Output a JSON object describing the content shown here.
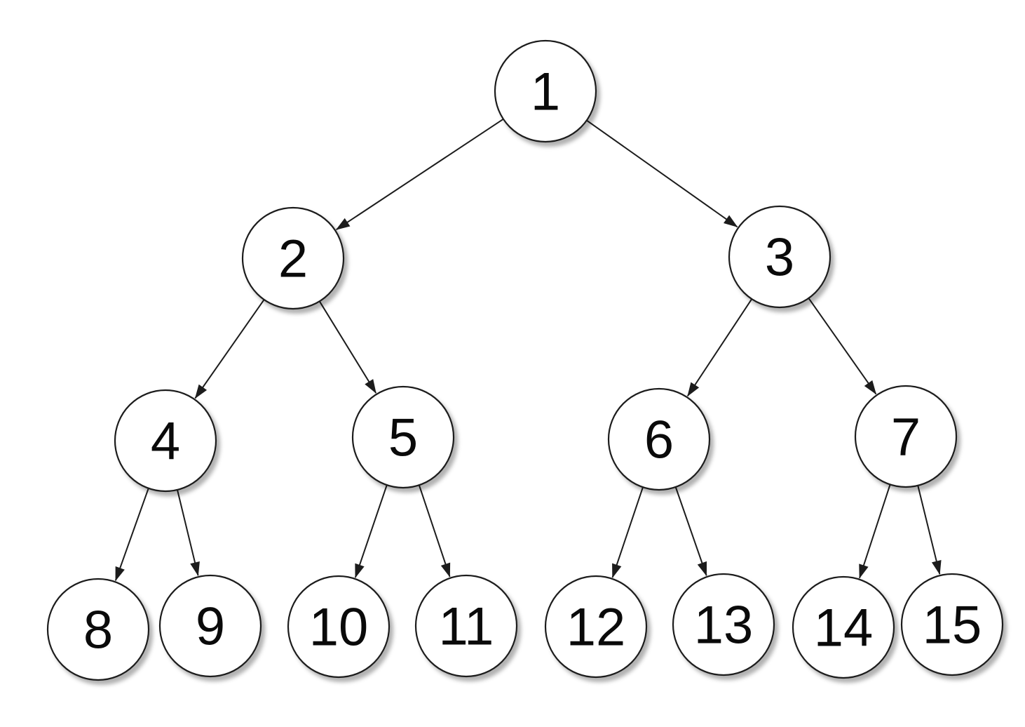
{
  "diagram": {
    "type": "binary-tree",
    "description": "Complete binary tree with 15 nodes numbered in level order",
    "node_count": 15,
    "nodes": [
      {
        "id": 1,
        "label": "1",
        "parent": null,
        "children": [
          2,
          3
        ]
      },
      {
        "id": 2,
        "label": "2",
        "parent": 1,
        "children": [
          4,
          5
        ]
      },
      {
        "id": 3,
        "label": "3",
        "parent": 1,
        "children": [
          6,
          7
        ]
      },
      {
        "id": 4,
        "label": "4",
        "parent": 2,
        "children": [
          8,
          9
        ]
      },
      {
        "id": 5,
        "label": "5",
        "parent": 2,
        "children": [
          10,
          11
        ]
      },
      {
        "id": 6,
        "label": "6",
        "parent": 3,
        "children": [
          12,
          13
        ]
      },
      {
        "id": 7,
        "label": "7",
        "parent": 3,
        "children": [
          14,
          15
        ]
      },
      {
        "id": 8,
        "label": "8",
        "parent": 4,
        "children": []
      },
      {
        "id": 9,
        "label": "9",
        "parent": 4,
        "children": []
      },
      {
        "id": 10,
        "label": "10",
        "parent": 5,
        "children": []
      },
      {
        "id": 11,
        "label": "11",
        "parent": 5,
        "children": []
      },
      {
        "id": 12,
        "label": "12",
        "parent": 6,
        "children": []
      },
      {
        "id": 13,
        "label": "13",
        "parent": 6,
        "children": []
      },
      {
        "id": 14,
        "label": "14",
        "parent": 7,
        "children": []
      },
      {
        "id": 15,
        "label": "15",
        "parent": 7,
        "children": []
      }
    ],
    "edges": [
      [
        1,
        2
      ],
      [
        1,
        3
      ],
      [
        2,
        4
      ],
      [
        2,
        5
      ],
      [
        3,
        6
      ],
      [
        3,
        7
      ],
      [
        4,
        8
      ],
      [
        4,
        9
      ],
      [
        5,
        10
      ],
      [
        5,
        11
      ],
      [
        6,
        12
      ],
      [
        6,
        13
      ],
      [
        7,
        14
      ],
      [
        7,
        15
      ]
    ],
    "levels": [
      [
        "1"
      ],
      [
        "2",
        "3"
      ],
      [
        "4",
        "5",
        "6",
        "7"
      ],
      [
        "8",
        "9",
        "10",
        "11",
        "12",
        "13",
        "14",
        "15"
      ]
    ],
    "colors": {
      "background": "#ffffff",
      "node_fill": "#ffffff",
      "node_stroke": "#1c1c1c",
      "edge_stroke": "#1c1c1c",
      "label_text": "#0a0a0a",
      "shadow": "rgba(0,0,0,0.30)"
    }
  }
}
